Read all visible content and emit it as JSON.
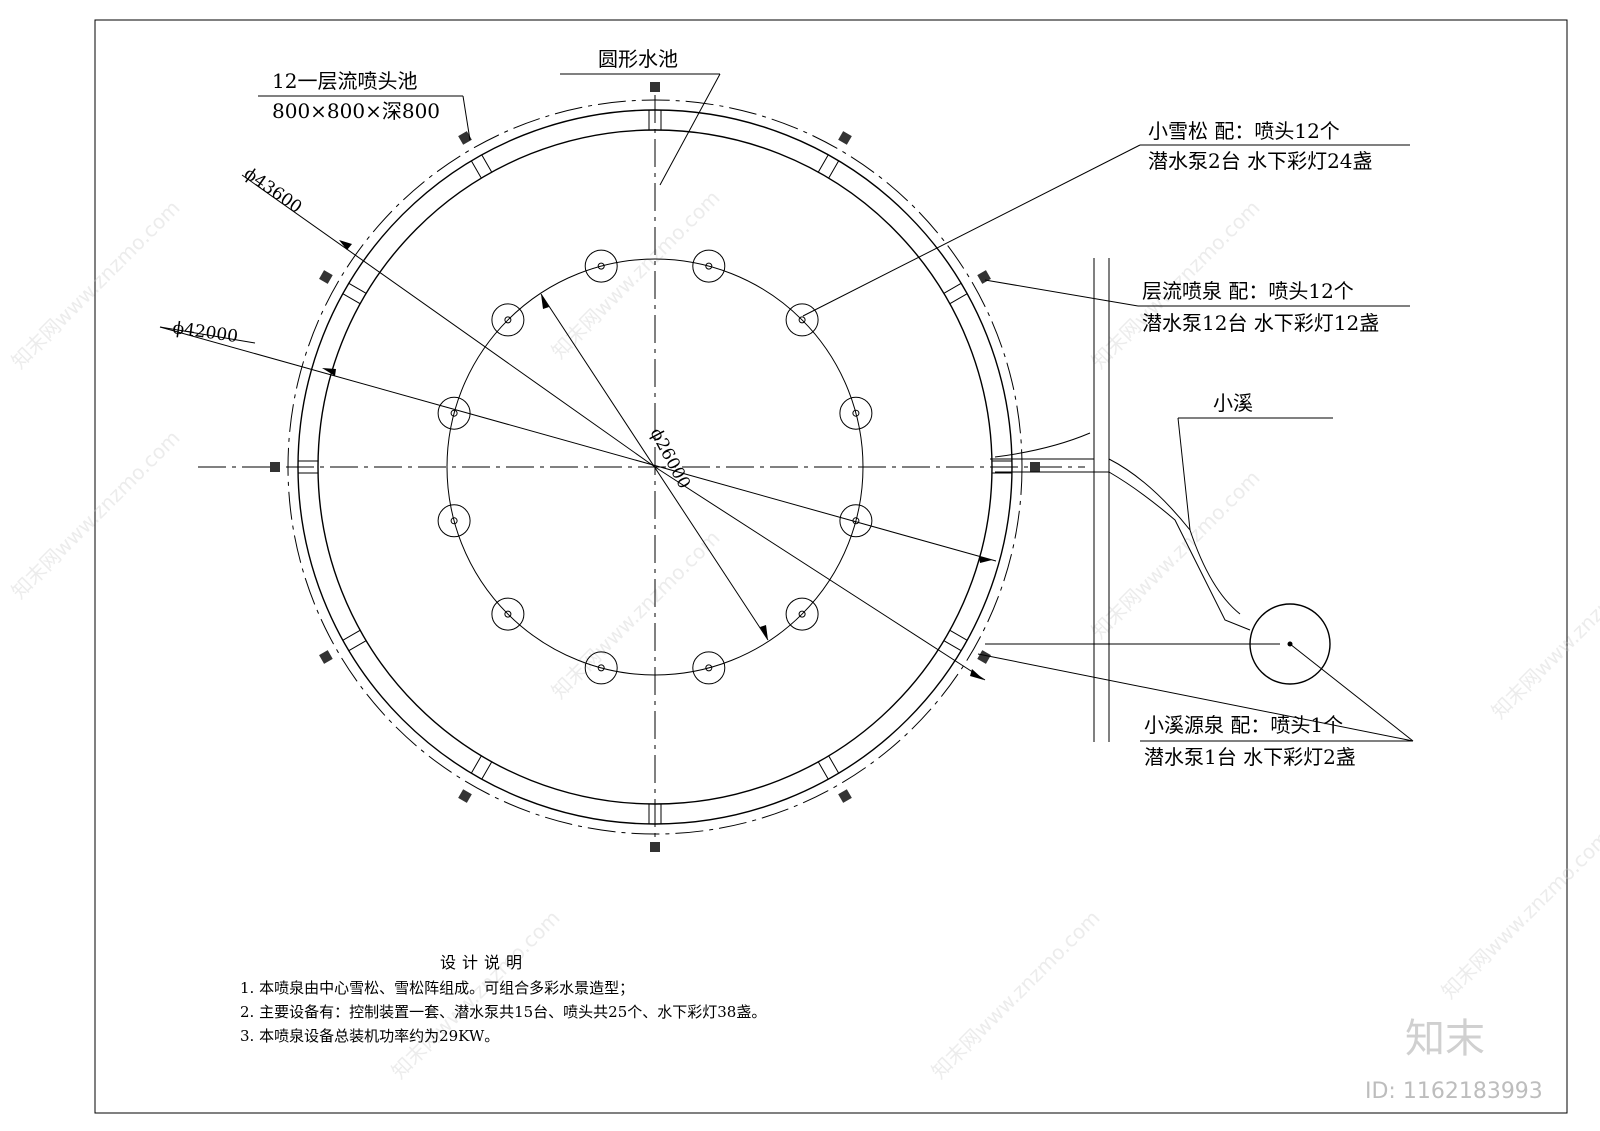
{
  "labels": {
    "pool": "圆形水池",
    "laminar_pit_line1": "12一层流喷头池",
    "laminar_pit_line2": "800×800×深800",
    "snow_pine_line1": "小雪松  配：喷头12个",
    "snow_pine_line2": "潜水泵2台    水下彩灯24盏",
    "laminar_fountain_line1": "层流喷泉  配：喷头12个",
    "laminar_fountain_line2": "潜水泵12台    水下彩灯12盏",
    "creek": "小溪",
    "creek_spring_line1": "小溪源泉  配：喷头1个",
    "creek_spring_line2": "潜水泵1台    水下彩灯2盏"
  },
  "dimensions": {
    "d_outer": "ϕ43600",
    "d_pool": "ϕ42000",
    "d_inner": "ϕ26000"
  },
  "notes": {
    "title": "设计说明",
    "items": [
      "1.  本喷泉由中心雪松、雪松阵组成。可组合多彩水景造型；",
      "2.  主要设备有：控制装置一套、潜水泵共15台、喷头共25个、水下彩灯38盏。",
      "3.  本喷泉设备总装机功率约为29KW。"
    ]
  },
  "branding": {
    "logo_text": "知末",
    "image_id": "ID: 1162183993",
    "watermark": "知末网www.znzmo.com"
  }
}
